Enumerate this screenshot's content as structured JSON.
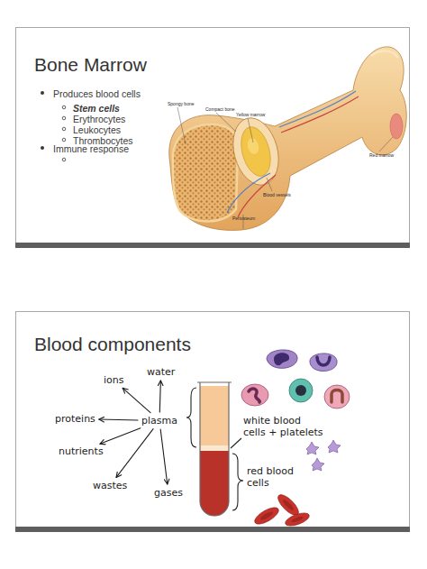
{
  "diagram": {
    "nodes": [
      {
        "text": [
          "Bone Marrow",
          "Produces blood cells",
          "Stem cells",
          "Erythrocytes",
          "Leukocytes",
          "Thrombocytes",
          "Immune response"
        ]
      },
      {
        "text": [
          "Blood components"
        ]
      },
      {
        "text": [
          "ions"
        ],
        "in": 1
      },
      {
        "text": [
          "water"
        ],
        "in": 1
      },
      {
        "text": [
          "proteins"
        ],
        "in": 1
      },
      {
        "text": [
          "plasma"
        ],
        "in": 1
      },
      {
        "text": [
          "nutrients"
        ],
        "in": 1
      },
      {
        "text": [
          "wastes"
        ],
        "in": 1
      },
      {
        "text": [
          "gases"
        ],
        "in": 1
      }
    ],
    "edges": [
      {
        "from": 5,
        "to": 2,
        "arrow": "to"
      },
      {
        "from": 5,
        "to": 3,
        "arrow": "to"
      },
      {
        "from": 5,
        "to": 4,
        "arrow": "to"
      },
      {
        "from": 5,
        "to": 6,
        "arrow": "to"
      },
      {
        "from": 5,
        "to": 7,
        "arrow": "to"
      },
      {
        "from": 5,
        "to": 8,
        "arrow": "to"
      }
    ],
    "labels": [
      "Spongy bone",
      "Compact bone",
      "Yellow marrow",
      "Red marrow",
      "Blood vessels",
      "Periosteum",
      "white blood cells + platelets",
      "red blood cells"
    ]
  }
}
